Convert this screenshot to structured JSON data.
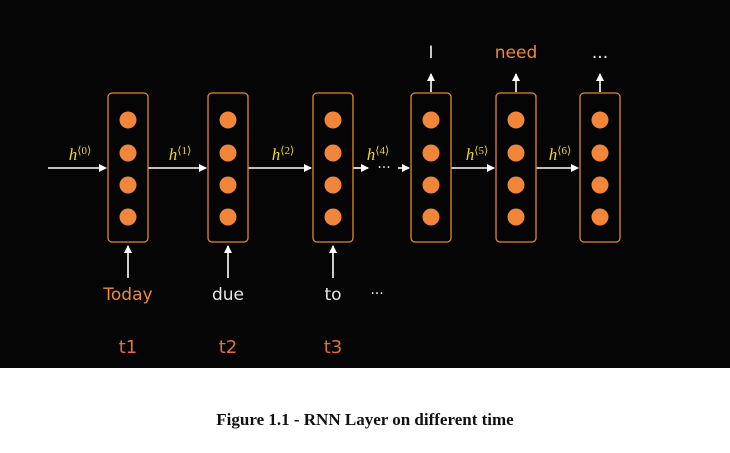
{
  "colors": {
    "background": "#050505",
    "cell_border": "#e08a2a",
    "node_fill": "#f2853a",
    "arrow": "#ffffff",
    "hidden_label": "#f0d820",
    "orange_text": "#f08a35",
    "white_text": "#e8e8e8",
    "time_text": "#e0703a"
  },
  "cells": [
    {
      "input": "Today",
      "input_color": "orange",
      "output": "",
      "time": "t1"
    },
    {
      "input": "due",
      "input_color": "white",
      "output": "",
      "time": "t2"
    },
    {
      "input": "to",
      "input_color": "white",
      "output": "",
      "time": "t3"
    },
    {
      "input": "",
      "input_color": "white",
      "output": "I",
      "output_color": "white",
      "time": ""
    },
    {
      "input": "",
      "input_color": "white",
      "output": "need",
      "output_color": "orange",
      "time": ""
    },
    {
      "input": "",
      "input_color": "white",
      "output": "...",
      "output_color": "white",
      "time": ""
    }
  ],
  "hidden_states": [
    {
      "base": "h",
      "sup": "⟨0⟩"
    },
    {
      "base": "h",
      "sup": "⟨1⟩"
    },
    {
      "base": "h",
      "sup": "⟨2⟩"
    },
    {
      "base": "h",
      "sup": "⟨4⟩"
    },
    {
      "base": "h",
      "sup": "⟨5⟩"
    },
    {
      "base": "h",
      "sup": "⟨6⟩"
    }
  ],
  "ellipsis_mid": "···",
  "ellipsis_input": "···",
  "caption": "Figure 1.1 - RNN Layer on different time"
}
